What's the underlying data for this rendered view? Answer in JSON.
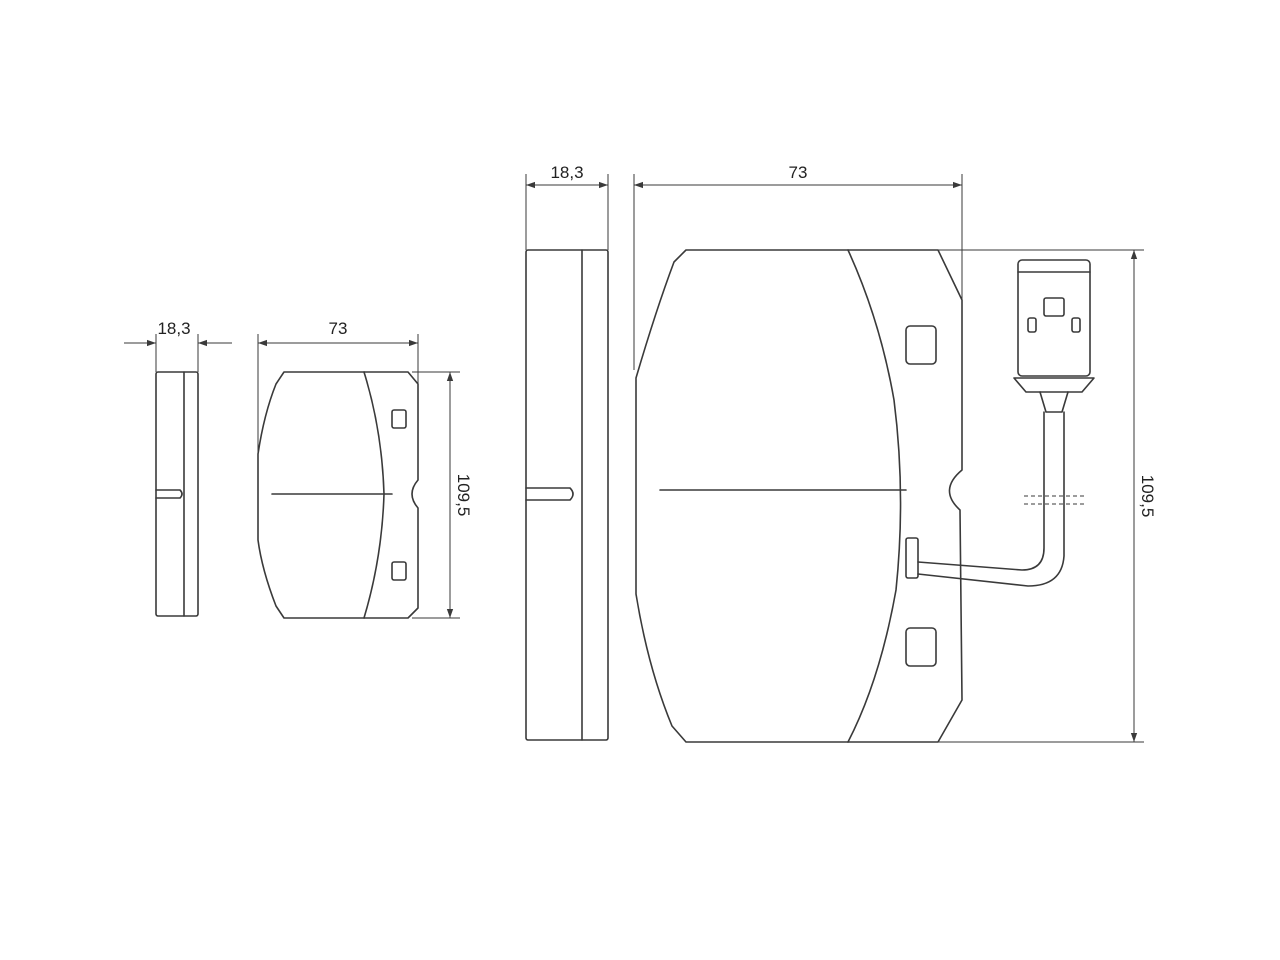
{
  "small_set": {
    "thickness_label": "18,3",
    "width_label": "73",
    "height_label": "109,5"
  },
  "large_set": {
    "thickness_label": "18,3",
    "width_label": "73",
    "height_label": "109,5"
  }
}
